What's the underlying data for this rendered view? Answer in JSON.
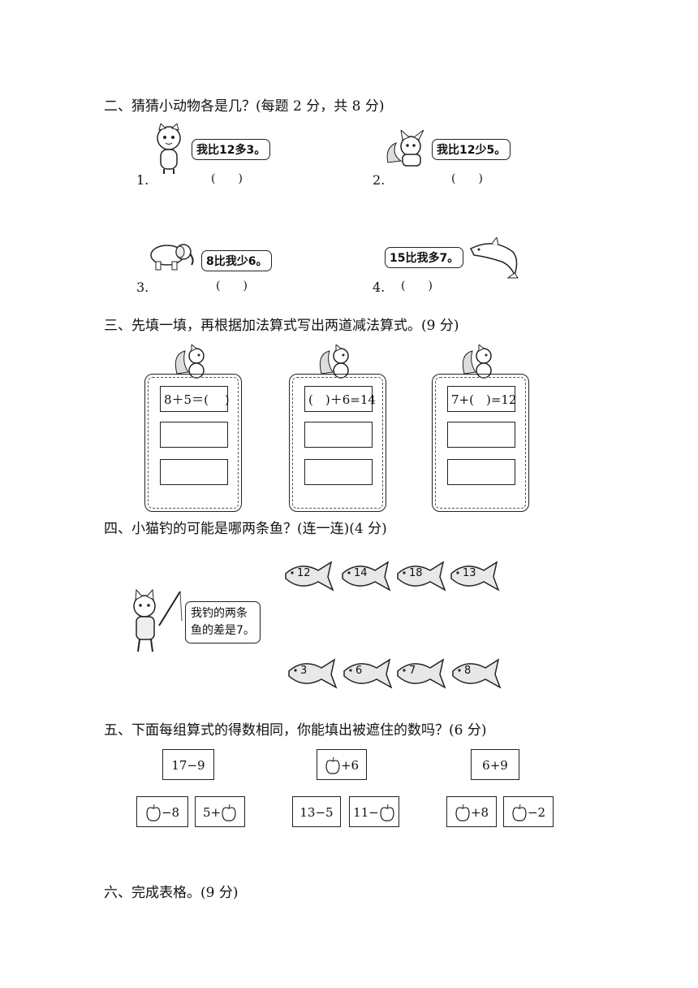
{
  "q2": {
    "heading": "二、猜猜小动物各是几？(每题 2 分，共 8 分)",
    "items": [
      {
        "num": "1.",
        "bubble": "我比12多3。",
        "animal_icon": "cat-icon",
        "answer": "(　　)"
      },
      {
        "num": "2.",
        "bubble": "我比12少5。",
        "animal_icon": "fox-icon",
        "answer": "(　　)"
      },
      {
        "num": "3.",
        "bubble": "8比我少6。",
        "animal_icon": "elephant-icon",
        "answer": "(　　)"
      },
      {
        "num": "4.",
        "bubble": "15比我多7。",
        "animal_icon": "dolphin-icon",
        "answer": "(　　)"
      }
    ]
  },
  "q3": {
    "heading": "三、先填一填，再根据加法算式写出两道减法算式。(9 分)",
    "cards": [
      {
        "icon": "squirrel-icon",
        "equation": "8＋5＝(　 )"
      },
      {
        "icon": "squirrel-icon",
        "equation": "(　)＋6=14"
      },
      {
        "icon": "squirrel-icon",
        "equation": "7+(　)=12"
      }
    ]
  },
  "q4": {
    "heading": "四、小猫钓的可能是哪两条鱼？(连一连)(4 分)",
    "bubble_line1": "我钓的两条",
    "bubble_line2": "鱼的差是7。",
    "cat_icon": "fishing-cat-icon",
    "fish_top": [
      "12",
      "14",
      "18",
      "13"
    ],
    "fish_bottom": [
      "3",
      "6",
      "7",
      "8"
    ]
  },
  "q5": {
    "heading": "五、下面每组算式的得数相同，你能填出被遮住的数吗？(6 分)",
    "groups": [
      {
        "top": "17−9",
        "bottom_left": "−8",
        "bottom_right": "5+"
      },
      {
        "top": "+6",
        "bottom_left": "13−5",
        "bottom_right": "11−"
      },
      {
        "top": "6+9",
        "bottom_left": "+8",
        "bottom_right": "−2"
      }
    ],
    "apple_icon": "apple-icon"
  },
  "q6": {
    "heading": "六、完成表格。(9 分)"
  }
}
